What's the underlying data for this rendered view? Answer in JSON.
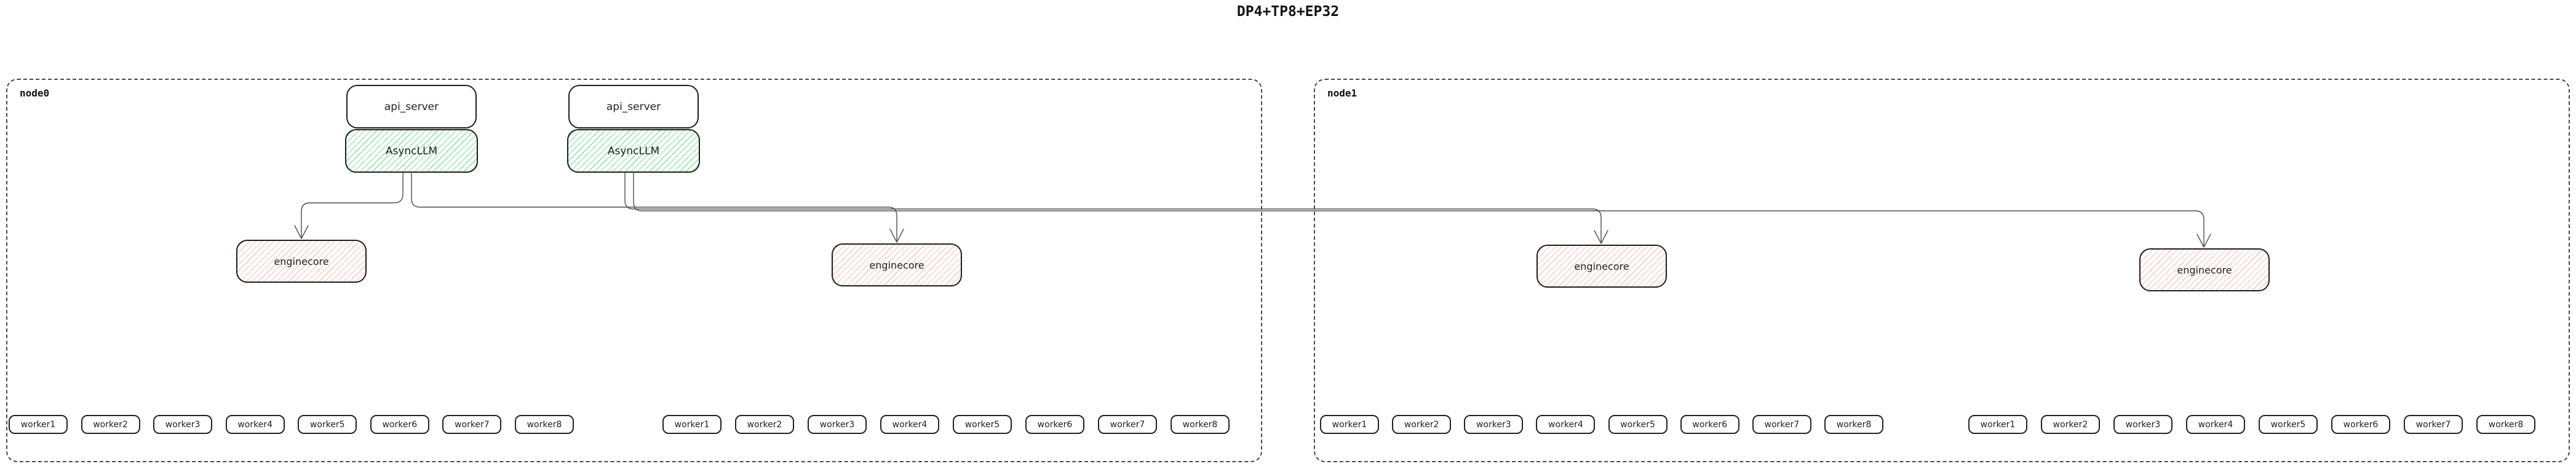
{
  "title": "DP4+TP8+EP32",
  "colors": {
    "background": "#ffffff",
    "box_border": "#1d1d1d",
    "node_border_dashed": "#4a4a4a",
    "edge": "#4d4d4d",
    "async_llm_hatch_green": "#7ce299",
    "enginecore_hatch_red": "#ec9287"
  },
  "node0": {
    "label": "node0",
    "api_servers": [
      {
        "label": "api_server"
      },
      {
        "label": "api_server"
      }
    ],
    "async_llms": [
      {
        "label": "AsyncLLM"
      },
      {
        "label": "AsyncLLM"
      }
    ],
    "enginecores": [
      {
        "label": "enginecore"
      },
      {
        "label": "enginecore"
      }
    ],
    "worker_groups": [
      {
        "workers": [
          "worker1",
          "worker2",
          "worker3",
          "worker4",
          "worker5",
          "worker6",
          "worker7",
          "worker8"
        ]
      },
      {
        "workers": [
          "worker1",
          "worker2",
          "worker3",
          "worker4",
          "worker5",
          "worker6",
          "worker7",
          "worker8"
        ]
      }
    ]
  },
  "node1": {
    "label": "node1",
    "enginecores": [
      {
        "label": "enginecore"
      },
      {
        "label": "enginecore"
      }
    ],
    "worker_groups": [
      {
        "workers": [
          "worker1",
          "worker2",
          "worker3",
          "worker4",
          "worker5",
          "worker6",
          "worker7",
          "worker8"
        ]
      },
      {
        "workers": [
          "worker1",
          "worker2",
          "worker3",
          "worker4",
          "worker5",
          "worker6",
          "worker7",
          "worker8"
        ]
      }
    ]
  },
  "edges": [
    {
      "from": "AsyncLLM-1",
      "to": "enginecore-1"
    },
    {
      "from": "AsyncLLM-1",
      "to": "enginecore-2"
    },
    {
      "from": "AsyncLLM-2",
      "to": "enginecore-3"
    },
    {
      "from": "AsyncLLM-2",
      "to": "enginecore-4"
    }
  ]
}
